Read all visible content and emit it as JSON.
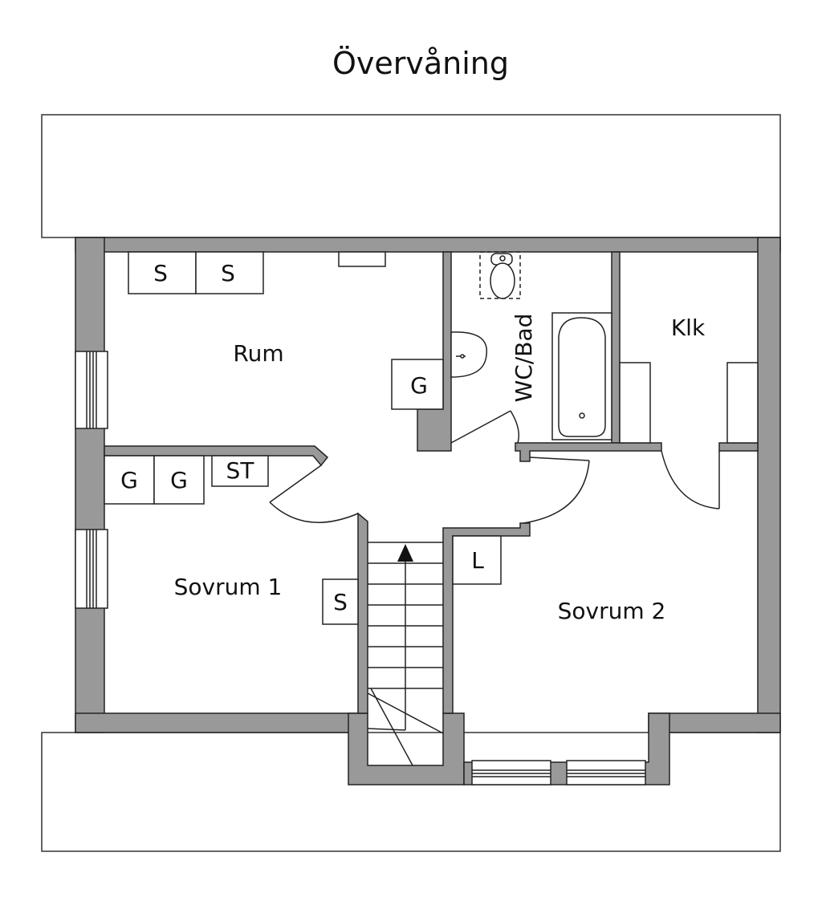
{
  "title": "Övervåning",
  "rooms": {
    "rum": "Rum",
    "wc_bad": "WC/Bad",
    "klk": "Klk",
    "sovrum1": "Sovrum 1",
    "sovrum2": "Sovrum 2"
  },
  "fixtures": {
    "rum_s1": "S",
    "rum_s2": "S",
    "rum_g": "G",
    "sov1_g1": "G",
    "sov1_g2": "G",
    "sov1_st": "ST",
    "stair_s": "S",
    "sov2_l": "L"
  },
  "colors": {
    "wall": "#999999",
    "line": "#222222",
    "background": "#ffffff"
  },
  "icons": [
    "toilet-icon",
    "sink-icon",
    "bathtub-icon",
    "stair-arrow-icon",
    "window-icon",
    "door-swing-icon"
  ]
}
